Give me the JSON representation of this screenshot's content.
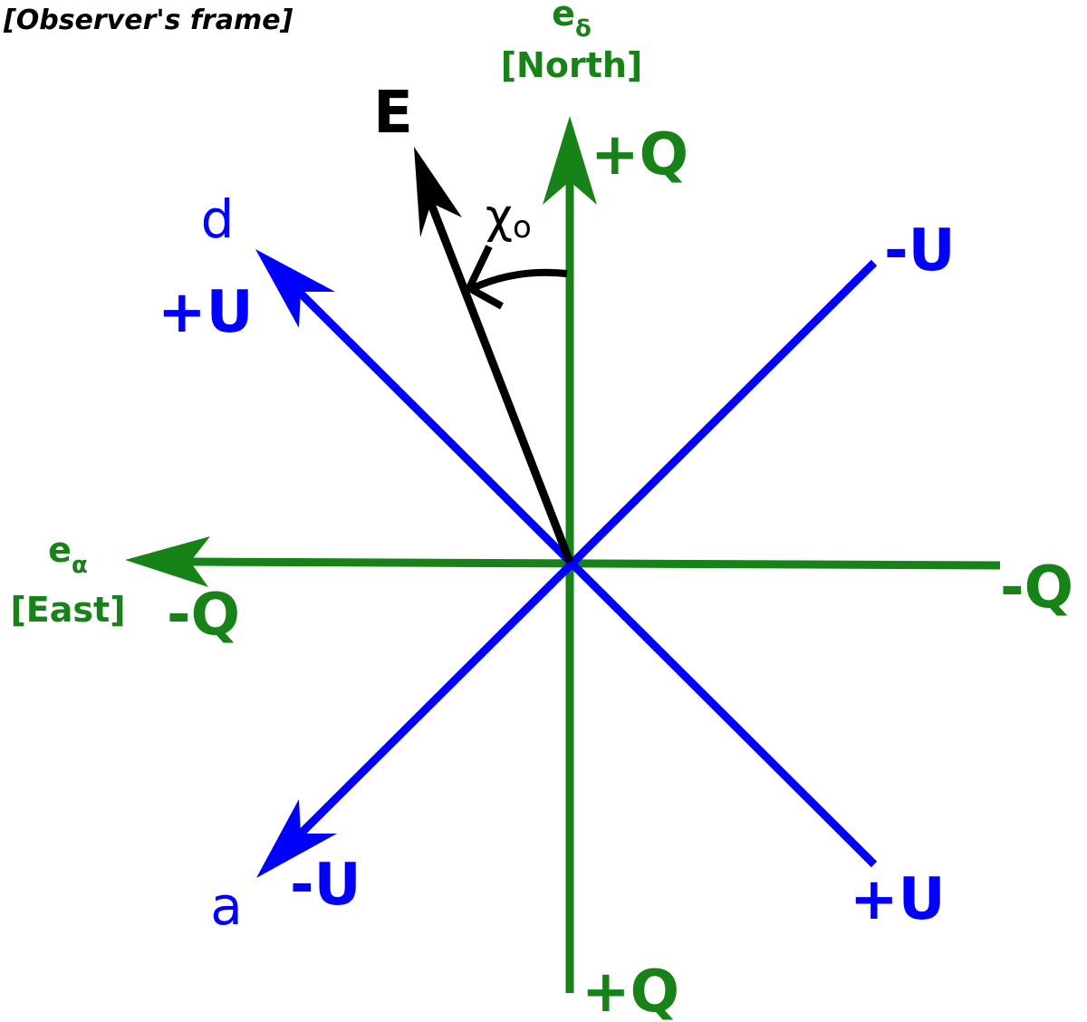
{
  "frame_title": "[Observer's frame]",
  "colors": {
    "green": "#178217",
    "blue": "#0000ff",
    "black": "#000000"
  },
  "north_axis": {
    "base": "e",
    "subscript": "δ",
    "name": "[North]",
    "top_label": "+Q",
    "bottom_label": "+Q"
  },
  "east_axis": {
    "base": "e",
    "subscript": "α",
    "name": "[East]",
    "left_label": "-Q",
    "right_label": "-Q"
  },
  "diagonal_d": {
    "name": "d",
    "label": "+U",
    "opposite_label": "-U"
  },
  "diagonal_a": {
    "name": "a",
    "label": "-U",
    "opposite_label": "+U"
  },
  "e_vector": {
    "label": "E"
  },
  "angle": {
    "symbol": "χ",
    "subscript": "o"
  }
}
